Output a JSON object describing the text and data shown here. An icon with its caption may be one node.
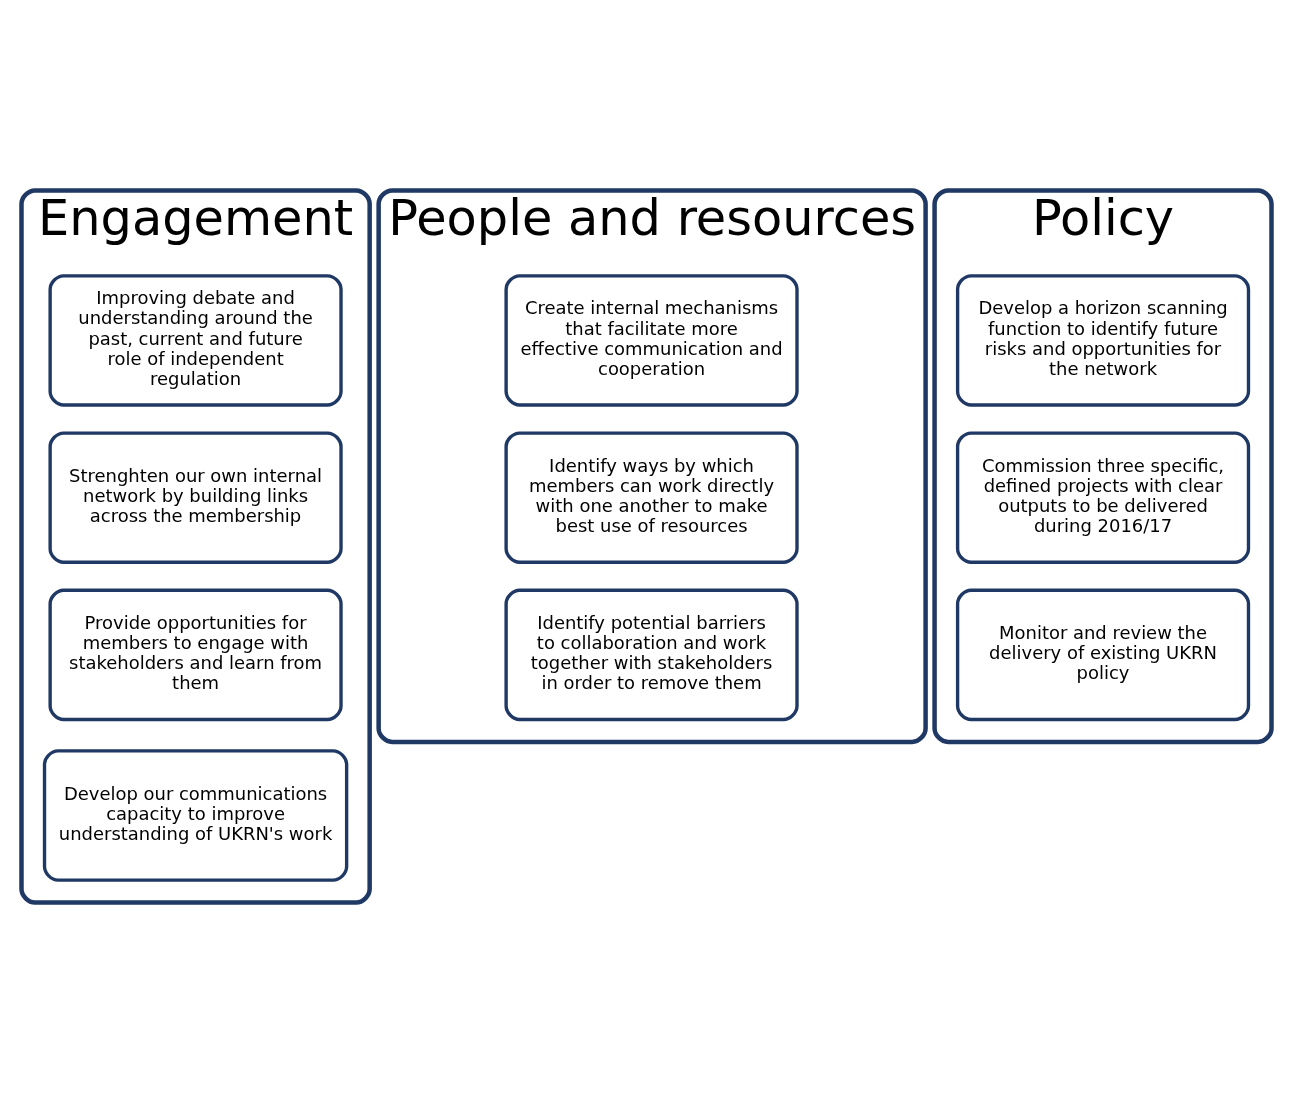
{
  "diagram": {
    "nodes": [
      {
        "text": [
          "Engagement"
        ]
      },
      {
        "text": [
          "Improving debate and understanding around the past, current and future role of independent regulation"
        ],
        "in": 0
      },
      {
        "text": [
          "Strenghten our own internal network by building links across the membership"
        ],
        "in": 0
      },
      {
        "text": [
          "Provide opportunities for members to engage with stakeholders and learn from them"
        ],
        "in": 0
      },
      {
        "text": [
          "Develop our communications capacity to improve understanding of UKRN's work"
        ],
        "in": 0
      },
      {
        "text": [
          "People and resources"
        ]
      },
      {
        "text": [
          "Create internal mechanisms that facilitate more effective communication and cooperation"
        ],
        "in": 5
      },
      {
        "text": [
          "Identify ways by which members can work directly with one another to make best use of resources"
        ],
        "in": 5
      },
      {
        "text": [
          "Identify potential barriers to collaboration and work together with stakeholders in order to remove them"
        ],
        "in": 5
      },
      {
        "text": [
          "Policy"
        ]
      },
      {
        "text": [
          "Develop a horizon scanning function to identify future risks and opportunities for the network"
        ],
        "in": 9
      },
      {
        "text": [
          "Commission three specific, defined projects with clear outputs to be delivered during 2016/17"
        ],
        "in": 9
      },
      {
        "text": [
          "Monitor and review the delivery of existing UKRN policy"
        ],
        "in": 9
      }
    ]
  }
}
